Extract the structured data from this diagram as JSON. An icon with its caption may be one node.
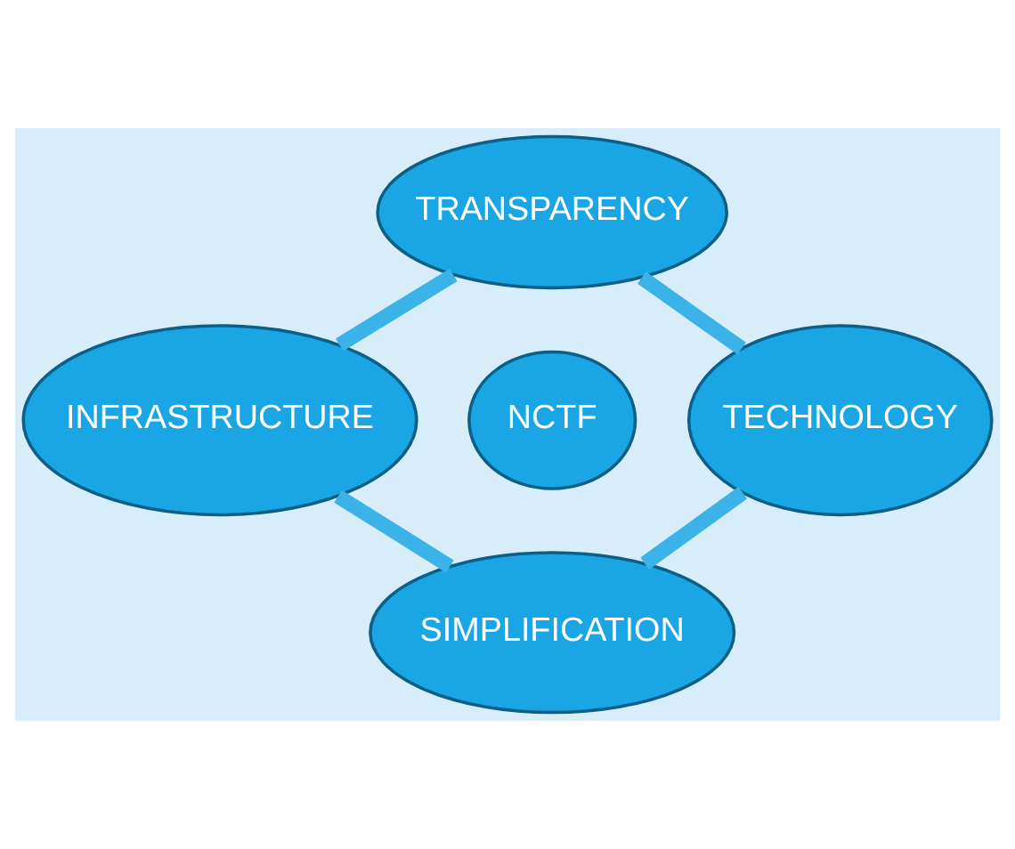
{
  "diagram": {
    "nodes": [
      {
        "text": [
          "TRANSPARENCY"
        ]
      },
      {
        "text": [
          "INFRASTRUCTURE"
        ]
      },
      {
        "text": [
          "NCTF"
        ]
      },
      {
        "text": [
          "TECHNOLOGY"
        ]
      },
      {
        "text": [
          "SIMPLIFICATION"
        ]
      }
    ],
    "edges": [
      {
        "from": 0,
        "to": 3,
        "arrow": "none"
      },
      {
        "from": 3,
        "to": 4,
        "arrow": "none"
      },
      {
        "from": 4,
        "to": 1,
        "arrow": "none"
      },
      {
        "from": 1,
        "to": 0,
        "arrow": "none"
      }
    ]
  }
}
